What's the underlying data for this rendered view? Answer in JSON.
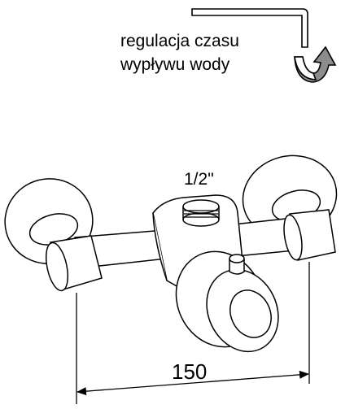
{
  "caption": {
    "line1": "regulacja czasu",
    "line2": "wypływu wody"
  },
  "thread_size": "1/2\"",
  "dimension": "150",
  "icons": [
    "allen-key-icon",
    "rotation-arrow-icon"
  ],
  "colors": {
    "ink": "#000000",
    "arrow_fill": "#8c8c8c",
    "background": "#ffffff"
  }
}
